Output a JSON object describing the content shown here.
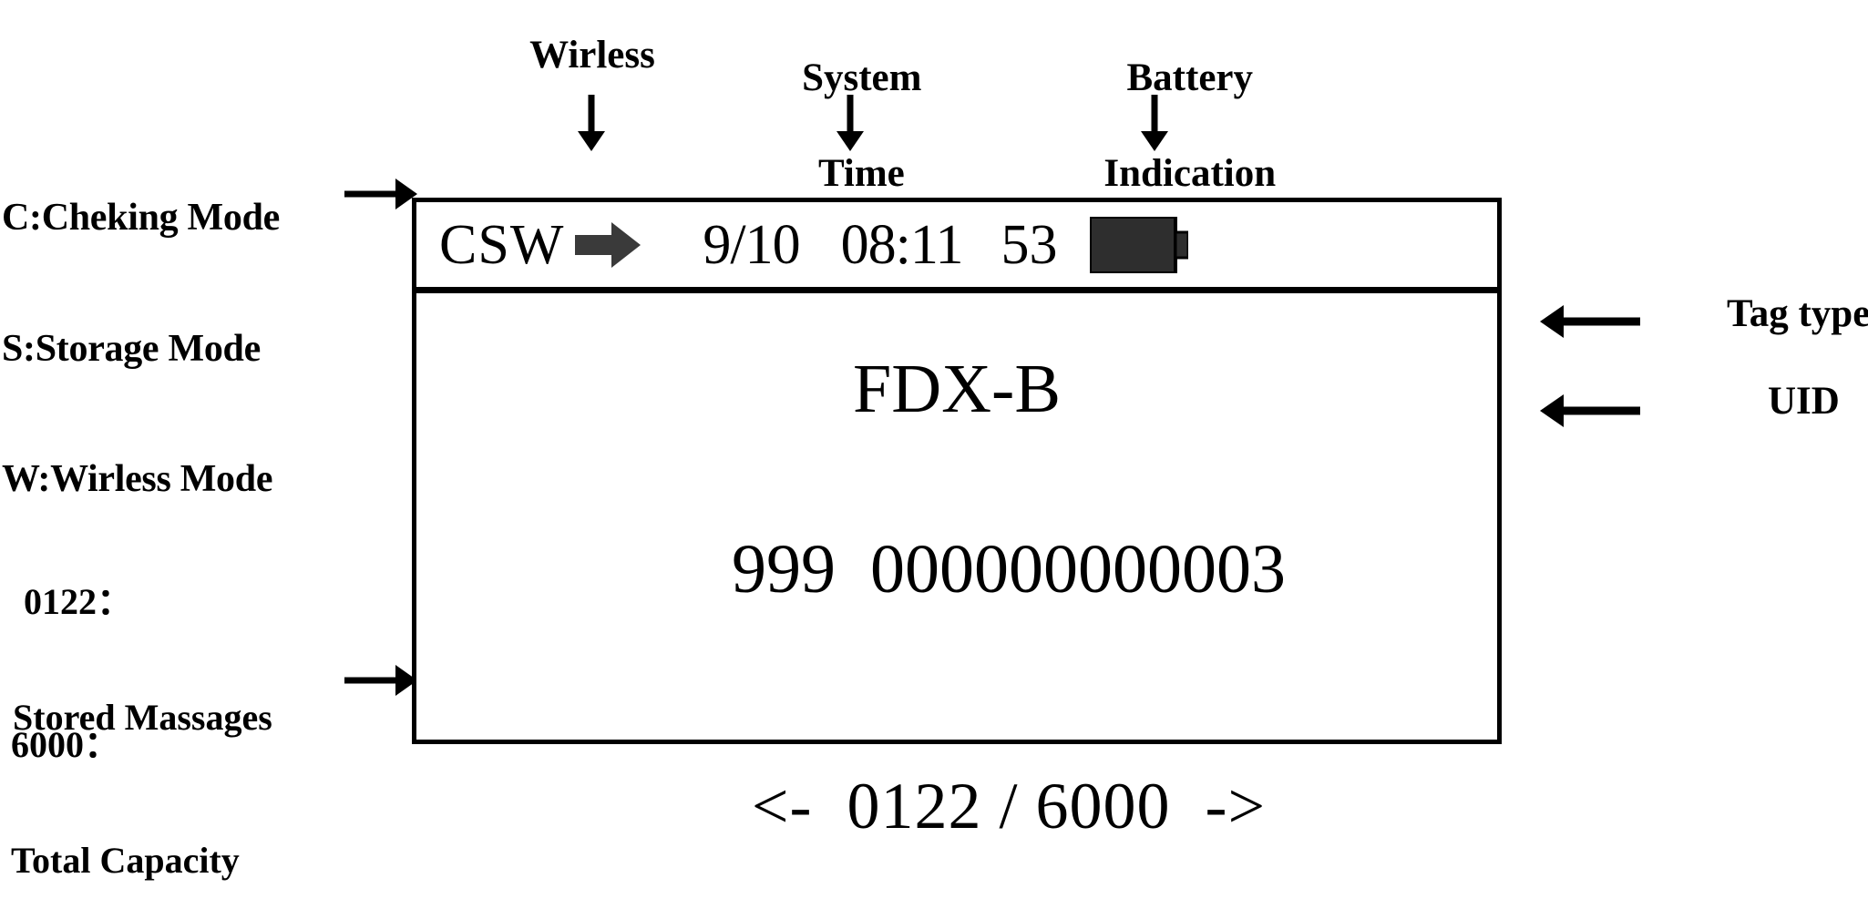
{
  "annotations": {
    "mode_legend": [
      "C:Cheking Mode",
      "S:Storage Mode",
      "W:Wirless Mode"
    ],
    "stored_messages": {
      "value": "0122：",
      "label": "Stored Massages"
    },
    "total_capacity": {
      "value": "6000：",
      "label": "Total Capacity"
    },
    "wirless": "Wirless",
    "system_time_line1": "System",
    "system_time_line2": "Time",
    "battery_line1": "Battery",
    "battery_line2": "Indication",
    "tag_type": "Tag type",
    "uid": "UID"
  },
  "lcd": {
    "status": {
      "mode": "CSW",
      "direction_icon": "right-arrow-icon",
      "date": "9/10",
      "time": "08:11",
      "seconds": "53",
      "battery_icon": "battery-full-icon"
    },
    "main": {
      "tag_type_value": "FDX-B",
      "uid_prefix": "999",
      "uid_number": "000000000003",
      "prev_icon": "<-",
      "record_index": "0122",
      "separator": "/",
      "record_total": "6000",
      "next_icon": "->"
    }
  },
  "colors": {
    "ink": "#000000",
    "background": "#ffffff",
    "icon_fill": "#3a3a3a",
    "battery_fill": "#2e2e2e"
  }
}
